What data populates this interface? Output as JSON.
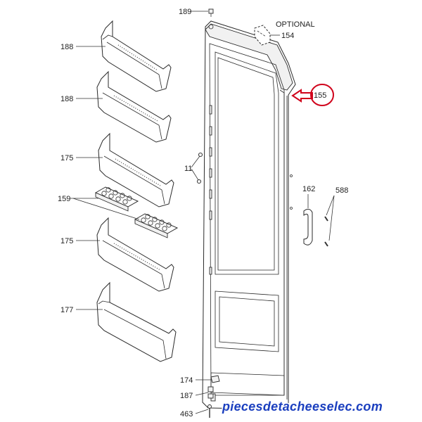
{
  "labels": {
    "l189": "189",
    "optional": "OPTIONAL",
    "l154": "154",
    "l155": "155",
    "l188a": "188",
    "l188b": "188",
    "l175a": "175",
    "l11": "11",
    "l162": "162",
    "l588": "588",
    "l159": "159",
    "l175b": "175",
    "l177": "177",
    "l174": "174",
    "l187": "187",
    "l463": "463"
  },
  "watermark": "piecesdetacheeselec.com",
  "colors": {
    "highlight": "#d0021b",
    "watermark": "#1b3fbf"
  }
}
